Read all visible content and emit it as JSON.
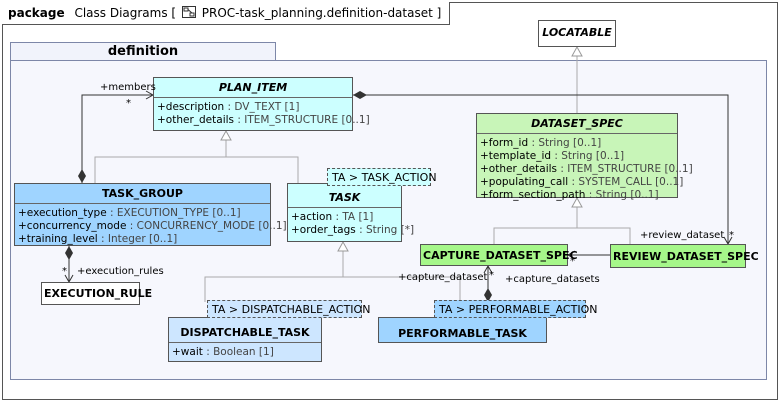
{
  "frame": {
    "keyword": "package",
    "title_prefix": "Class Diagrams [",
    "diagram_name": "PROC-task_planning.definition-dataset",
    "title_suffix": "]"
  },
  "package": {
    "name": "definition"
  },
  "classes": {
    "locatable": {
      "name": "LOCATABLE"
    },
    "plan_item": {
      "name": "PLAN_ITEM",
      "attrs": [
        {
          "n": "+description",
          "t": " : DV_TEXT [1]"
        },
        {
          "n": "+other_details",
          "t": " : ITEM_STRUCTURE [0..1]"
        }
      ]
    },
    "task_group": {
      "name": "TASK_GROUP",
      "attrs": [
        {
          "n": "+execution_type",
          "t": " : EXECUTION_TYPE [0..1]"
        },
        {
          "n": "+concurrency_mode",
          "t": " : CONCURRENCY_MODE [0..1]"
        },
        {
          "n": "+training_level",
          "t": " : Integer [0..1]"
        }
      ]
    },
    "task": {
      "name": "TASK",
      "template": "TA > TASK_ACTION",
      "attrs": [
        {
          "n": "+action",
          "t": " : TA [1]"
        },
        {
          "n": "+order_tags",
          "t": " : String [*]"
        }
      ]
    },
    "execution_rule": {
      "name": "EXECUTION_RULE"
    },
    "dispatchable_task": {
      "name": "DISPATCHABLE_TASK",
      "template": "TA > DISPATCHABLE_ACTION",
      "attrs": [
        {
          "n": "+wait",
          "t": " : Boolean [1]"
        }
      ]
    },
    "performable_task": {
      "name": "PERFORMABLE_TASK",
      "template": "TA > PERFORMABLE_ACTION"
    },
    "dataset_spec": {
      "name": "DATASET_SPEC",
      "attrs": [
        {
          "n": "+form_id",
          "t": " : String [0..1]"
        },
        {
          "n": "+template_id",
          "t": " : String [0..1]"
        },
        {
          "n": "+other_details",
          "t": " : ITEM_STRUCTURE [0..1]"
        },
        {
          "n": "+populating_call",
          "t": " : SYSTEM_CALL [0..1]"
        },
        {
          "n": "+form_section_path",
          "t": " : String [0..1]"
        }
      ]
    },
    "capture_dataset_spec": {
      "name": "CAPTURE_DATASET_SPEC"
    },
    "review_dataset_spec": {
      "name": "REVIEW_DATASET_SPEC"
    }
  },
  "labels": {
    "members": "+members",
    "members_mult": "*",
    "execution_rules": "+execution_rules",
    "execution_rules_mult": "*",
    "review_dataset": "+review_dataset",
    "review_dataset_mult": "*",
    "capture_dataset": "+capture_dataset",
    "capture_dataset_mult": "*",
    "capture_datasets": "+capture_datasets",
    "capture_spec_mult": "*"
  },
  "colors": {
    "cyan": "#ccffff",
    "blue": "#9fd4ff",
    "light_blue": "#cde6ff",
    "green": "#c8f5b8",
    "bright_green": "#a6f78a"
  }
}
